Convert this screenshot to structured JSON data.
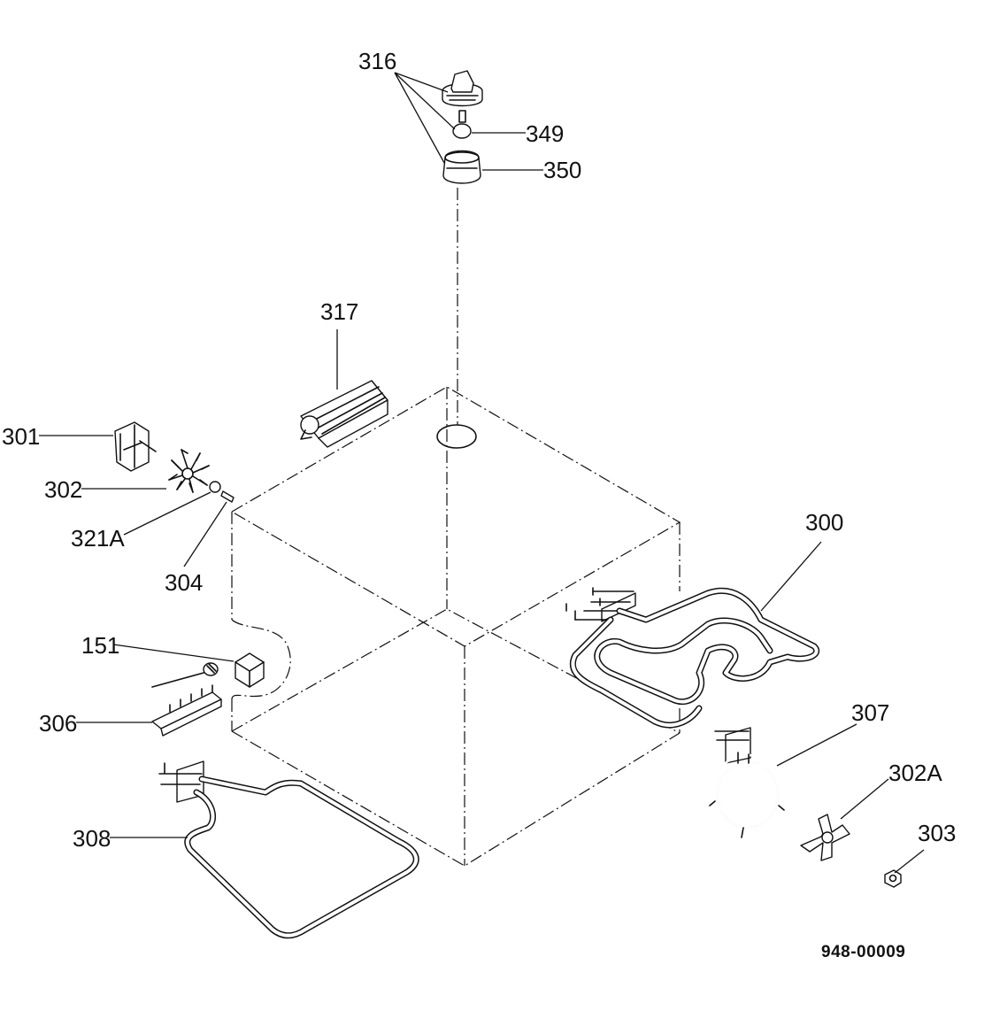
{
  "labels": {
    "l316": "316",
    "l349": "349",
    "l350": "350",
    "l317": "317",
    "l301": "301",
    "l302": "302",
    "l321A": "321A",
    "l304": "304",
    "l300": "300",
    "l151": "151",
    "l306": "306",
    "l307": "307",
    "l302A": "302A",
    "l303": "303",
    "l308": "308"
  },
  "drawing_ref": "948-00009"
}
